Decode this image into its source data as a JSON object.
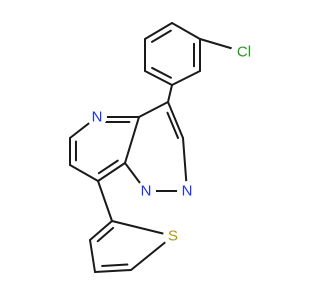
{
  "molecule": {
    "atoms": [
      {
        "id": "N4",
        "symbol": "N",
        "color": "#2233ee"
      },
      {
        "id": "N1",
        "symbol": "N",
        "color": "#2233ee"
      },
      {
        "id": "N2",
        "symbol": "N",
        "color": "#2233ee"
      },
      {
        "id": "Cl",
        "symbol": "Cl",
        "color": "#1e9e1e"
      },
      {
        "id": "S",
        "symbol": "S",
        "color": "#b59a00"
      }
    ],
    "bond_color": "#1a1a1a"
  }
}
